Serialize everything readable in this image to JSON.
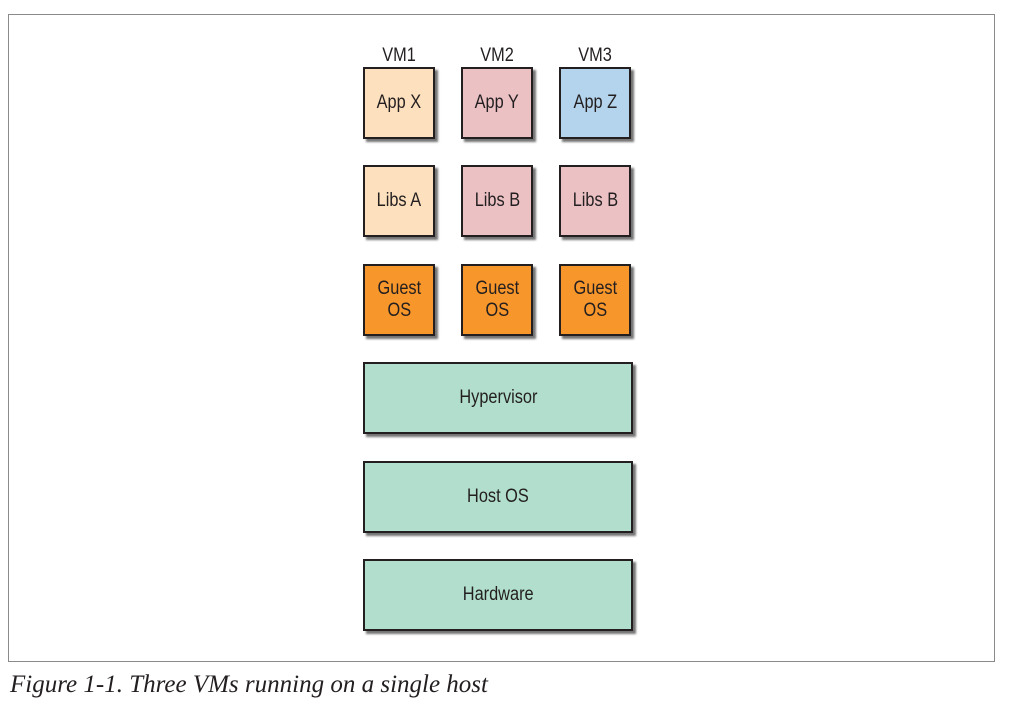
{
  "diagram": {
    "vm_labels": [
      "VM1",
      "VM2",
      "VM3"
    ],
    "apps": [
      "App X",
      "App Y",
      "App Z"
    ],
    "libs": [
      "Libs A",
      "Libs B",
      "Libs B"
    ],
    "guest_os": [
      "Guest\nOS",
      "Guest\nOS",
      "Guest\nOS"
    ],
    "hypervisor": "Hypervisor",
    "host_os": "Host OS",
    "hardware": "Hardware"
  },
  "colors": {
    "app_x": "#fde0bd",
    "app_y": "#ebc1c4",
    "app_z": "#b4d3ec",
    "libs_a": "#fde0bd",
    "libs_b": "#ebc1c4",
    "guest_os": "#f7962a",
    "layer": "#b2dfcd",
    "border": "#231f20"
  },
  "caption": "Figure 1-1. Three VMs running on a single host"
}
